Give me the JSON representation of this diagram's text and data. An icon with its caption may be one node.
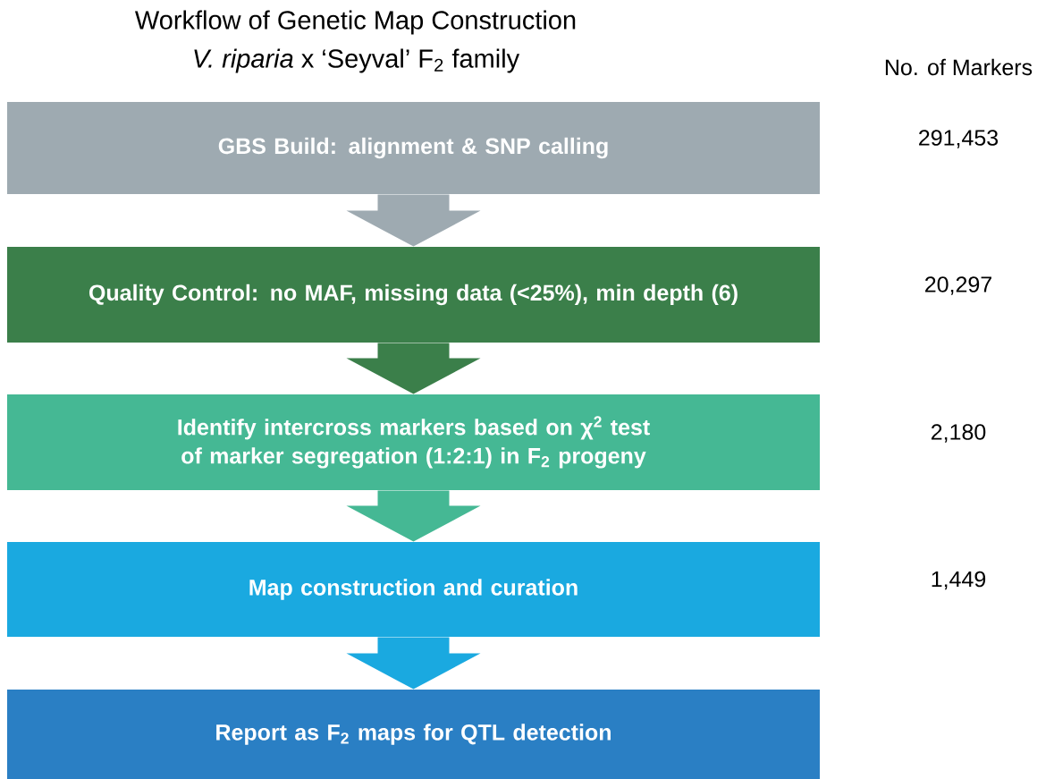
{
  "diagram": {
    "title": "Workflow of Genetic Map Construction",
    "nodes": [
      {
        "text": [
          "GBS Build: alignment & SNP calling"
        ]
      },
      {
        "text": [
          "Quality Control: no MAF, missing data (<25%), min depth (6)"
        ]
      },
      {
        "text": [
          "Identify intercross markers based on χ$^{2}$ test of marker segregation (1:2:1) in F$_{2}$ progeny"
        ]
      },
      {
        "text": [
          "Map construction and curation"
        ]
      },
      {
        "text": [
          "Report as F$_{2}$ maps for QTL detection"
        ]
      }
    ],
    "edges": [
      {
        "from": 0,
        "to": 1,
        "arrow": "to",
        "color": "#9eaab1"
      },
      {
        "from": 1,
        "to": 2,
        "arrow": "to",
        "color": "#3b7f4a"
      },
      {
        "from": 2,
        "to": 3,
        "arrow": "to",
        "color": "#45b894"
      },
      {
        "from": 3,
        "to": 4,
        "arrow": "to",
        "color": "#1aa9e0"
      }
    ],
    "labels": [
      "*V. riparia* x ‘Seyval’ F$_{2}$ family",
      "No. of Markers",
      "291,453",
      "20,297",
      "2,180",
      "1,449"
    ]
  }
}
